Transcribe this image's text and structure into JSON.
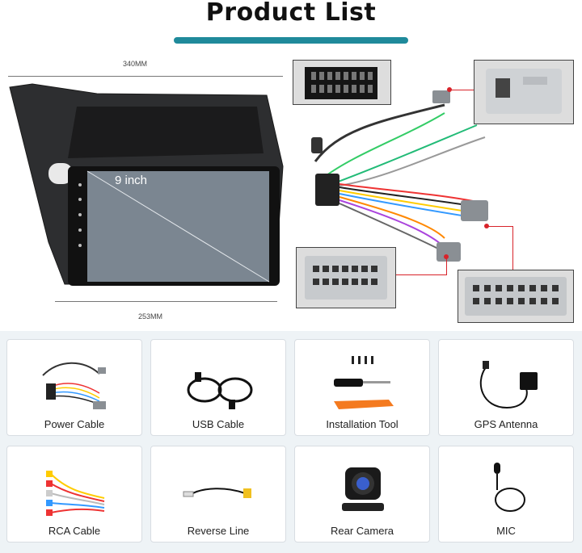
{
  "header": {
    "title": "Product List"
  },
  "dimensions": {
    "width_label": "340MM",
    "depth_label": "253MM",
    "screen_label": "9 inch"
  },
  "colors": {
    "accent": "#1f8a9b",
    "highlight": "#d8232a"
  },
  "products": [
    {
      "label": "Power Cable",
      "icon": "power-cable-icon"
    },
    {
      "label": "USB Cable",
      "icon": "usb-cable-icon"
    },
    {
      "label": "Installation Tool",
      "icon": "installation-tool-icon"
    },
    {
      "label": "GPS Antenna",
      "icon": "gps-antenna-icon"
    },
    {
      "label": "RCA Cable",
      "icon": "rca-cable-icon"
    },
    {
      "label": "Reverse Line",
      "icon": "reverse-line-icon"
    },
    {
      "label": "Rear Camera",
      "icon": "rear-camera-icon"
    },
    {
      "label": "MIC",
      "icon": "mic-icon"
    }
  ]
}
